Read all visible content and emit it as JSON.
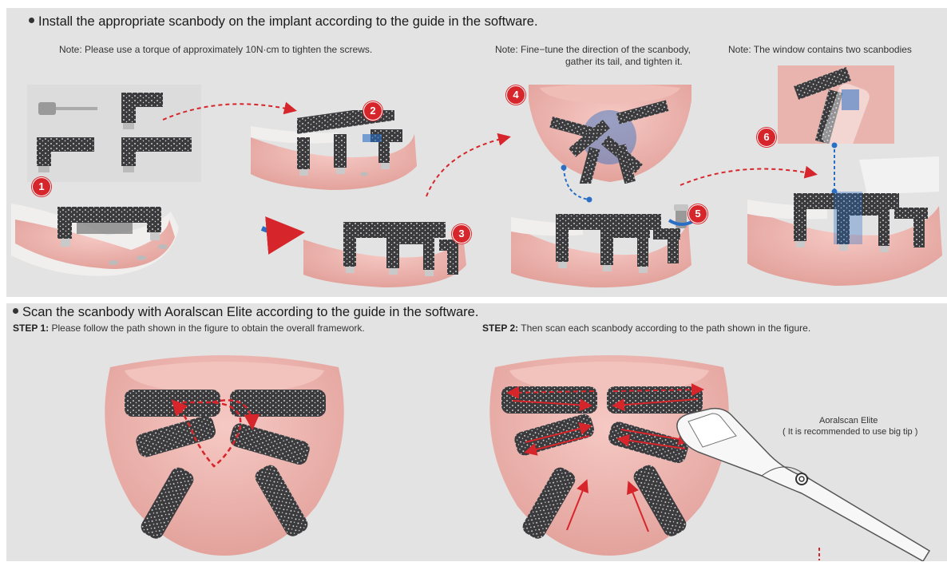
{
  "section1": {
    "heading": "Install the appropriate scanbody on the implant according to the guide in the software.",
    "note1": "Note: Please use a torque of approximately 10N·cm to tighten the screws.",
    "note2_line1": "Note: Fine−tune the direction of the scanbody,",
    "note2_line2": "gather its tail, and tighten it.",
    "note3": "Note: The window contains two scanbodies",
    "markers": [
      "1",
      "2",
      "3",
      "4",
      "5",
      "6"
    ]
  },
  "section2": {
    "heading": "Scan the scanbody with Aoralscan Elite according to the guide in the software.",
    "step1_label": "STEP 1:",
    "step1_text": " Please  follow the path shown in the figure to obtain the overall framework.",
    "step2_label": "STEP 2:",
    "step2_text": " Then scan each scanbody according to the path shown in the figure.",
    "device_name": "Aoralscan Elite",
    "device_tip": "( It is recommended to use big tip )"
  },
  "colors": {
    "accent_red": "#d7262b",
    "accent_blue": "#2a6fc4",
    "gum": "#e39a9a",
    "scanbody": "#3b3b3e",
    "panel": "#e3e3e3"
  }
}
